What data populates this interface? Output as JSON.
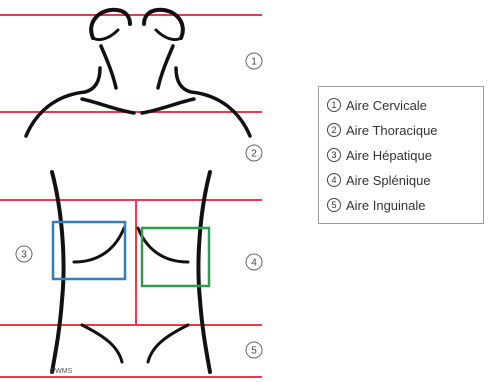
{
  "colors": {
    "region_lines": "#e8394f",
    "body_outline": "#111111",
    "hepatic_box": "#2f7fc1",
    "splenic_box": "#2e9a55",
    "legend_border": "#9a9a9a"
  },
  "diagram": {
    "zone_markers": [
      "1",
      "2",
      "3",
      "4",
      "5"
    ],
    "watermark": "©WMS"
  },
  "legend": {
    "items": [
      {
        "num": "1",
        "label": "Aire Cervicale"
      },
      {
        "num": "2",
        "label": "Aire Thoracique"
      },
      {
        "num": "3",
        "label": "Aire Hépatique"
      },
      {
        "num": "4",
        "label": "Aire Splénique"
      },
      {
        "num": "5",
        "label": "Aire Inguinale"
      }
    ]
  }
}
